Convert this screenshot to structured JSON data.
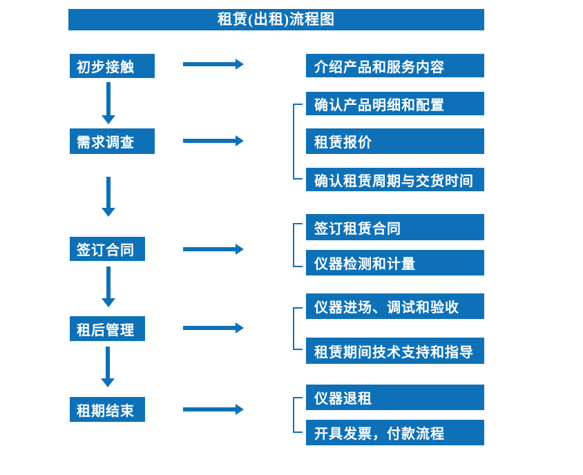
{
  "title": "租赁(出租)流程图",
  "accent_color": "#0e71b8",
  "text_color": "#ffffff",
  "steps": [
    {
      "label": "初步接触"
    },
    {
      "label": "需求调查"
    },
    {
      "label": "签订合同"
    },
    {
      "label": "租后管理"
    },
    {
      "label": "租期结束"
    }
  ],
  "details": [
    {
      "label": "介绍产品和服务内容"
    },
    {
      "label": "确认产品明细和配置"
    },
    {
      "label": "租赁报价"
    },
    {
      "label": "确认租赁周期与交货时间"
    },
    {
      "label": "签订租赁合同"
    },
    {
      "label": "仪器检测和计量"
    },
    {
      "label": "仪器进场、调试和验收"
    },
    {
      "label": "租赁期间技术支持和指导"
    },
    {
      "label": "仪器退租"
    },
    {
      "label": "开具发票，付款流程"
    }
  ]
}
